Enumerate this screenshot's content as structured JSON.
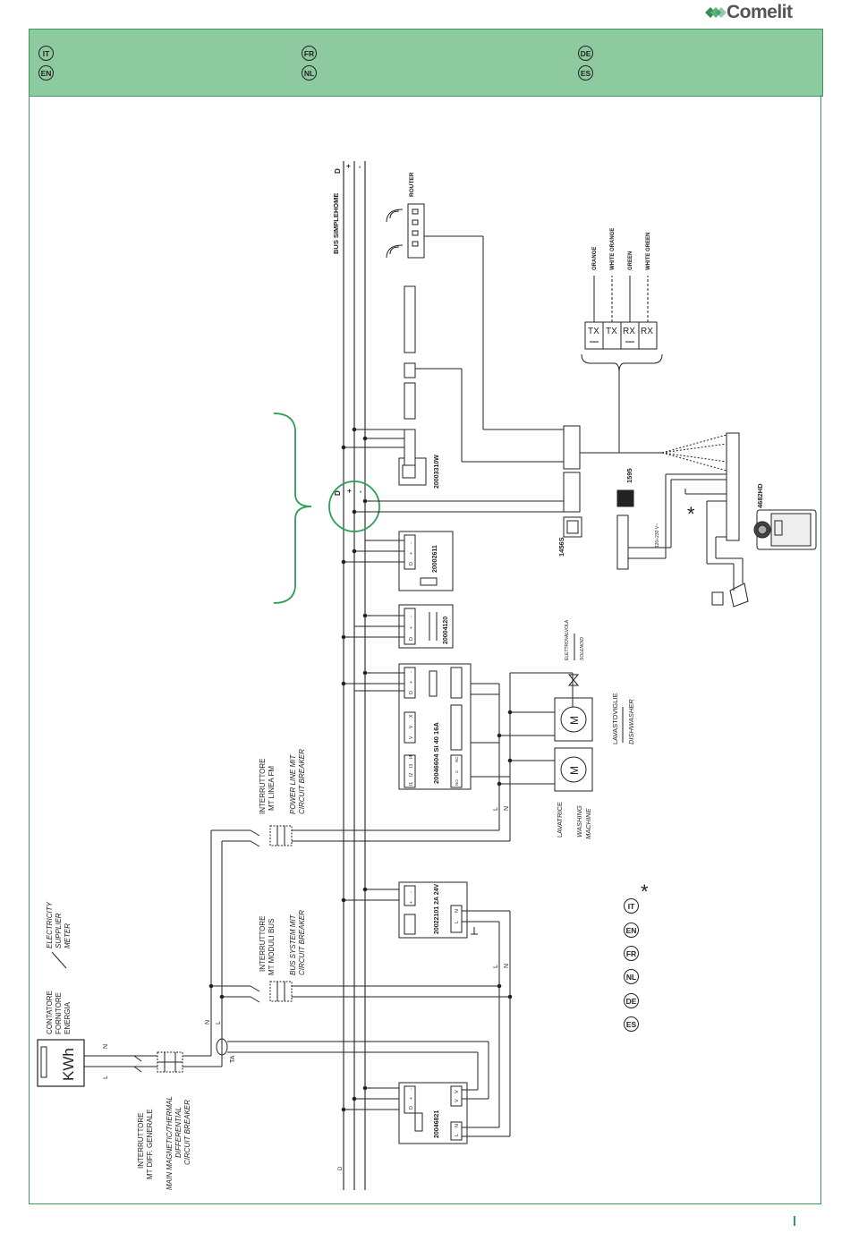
{
  "brand": {
    "name": "Comelit",
    "accent": "#3d9a5f",
    "header_bg": "#8dcaa0",
    "legend_star_color": "#2e9d59"
  },
  "header_langs": [
    "IT",
    "EN",
    "FR",
    "NL",
    "DE",
    "ES"
  ],
  "legend_langs": [
    "IT",
    "EN",
    "FR",
    "NL",
    "DE",
    "ES"
  ],
  "diagram": {
    "meter": {
      "display": "KWh",
      "label_it": [
        "CONTATORE",
        "FORNITORE",
        "ENERGIA"
      ],
      "label_en": [
        "ELECTRICITY",
        "SUPPLIER",
        "METER"
      ]
    },
    "main_breaker": {
      "label_it": [
        "INTERRUTTORE",
        "MT DIFF. GENERALE"
      ],
      "label_en": [
        "MAIN MAGNETIC/THERMAL",
        "DIFFERENTIAL",
        "CIRCUIT BREAKER"
      ]
    },
    "bus_breaker": {
      "label_it": [
        "INTERRUTTORE",
        "MT MODULI BUS"
      ],
      "label_en": [
        "BUS SYSTEM MIT",
        "CIRCUIT BREAKER"
      ]
    },
    "power_breaker": {
      "label_it": [
        "INTERRUTTORE",
        "MT LINEA FM"
      ],
      "label_en": [
        "POWER LINE MIT",
        "CIRCUIT BREAKER"
      ]
    },
    "bus_label": "BUS SIMPLEHOME",
    "ta_label": "TA",
    "line_labels": {
      "L": "L",
      "N": "N",
      "D": "D",
      "plus": "+",
      "minus": "-"
    },
    "modules": {
      "m20046821": "20046821",
      "m20022101": "20022101 2A 24V",
      "m20046604": "20046604 SI 40 16A",
      "m20004120": "20004120",
      "m20002611": "20002611",
      "m20003310W": "20003310W",
      "m1456S": "1456S",
      "m1595": "1595",
      "m4682HD": "4682HD",
      "router": "ROUTER"
    },
    "loads": {
      "washing_it": "LAVATRICE",
      "washing_en": [
        "WASHING",
        "MACHINE"
      ],
      "dish_it": "LAVASTOVIGLIE",
      "dish_en": "DISHWASHER",
      "valve_it": "ELETTROVALVOLA",
      "valve_en": "SOLENOID",
      "motor": "M"
    },
    "cables": [
      "ORANGE",
      "WHITE ORANGE",
      "GREEN",
      "WHITE GREEN"
    ],
    "rj45": [
      "TX",
      "TX",
      "RX",
      "RX"
    ],
    "power_120": "120÷230 V~",
    "terminals": {
      "bus3": [
        "D",
        "+",
        "-"
      ],
      "bus2": [
        "+",
        "-"
      ],
      "ln": [
        "L",
        "N"
      ],
      "vvs": [
        "V",
        "V"
      ],
      "relay": [
        "NO",
        "C",
        "NC"
      ],
      "inputs": [
        "I1",
        "I2",
        "I3",
        "I4"
      ],
      "fm_extra": [
        "S",
        "V",
        "X"
      ]
    }
  }
}
